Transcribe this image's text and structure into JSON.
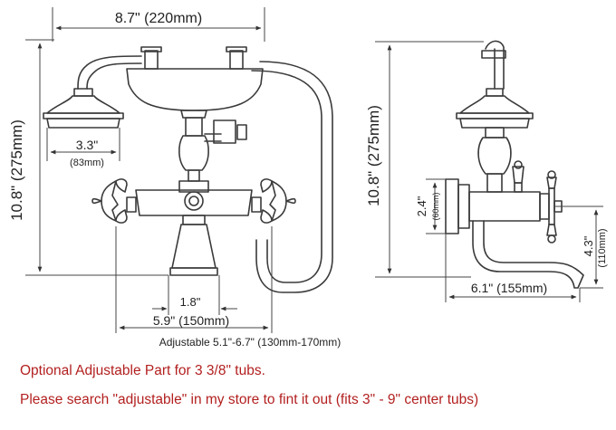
{
  "dimensions": {
    "width_top": "8.7\" (220mm)",
    "height_left": "10.8\" (275mm)",
    "head_diameter": "3.3\"",
    "head_diameter_mm": "(83mm)",
    "center_min": "1.8\"",
    "center_std": "5.9\" (150mm)",
    "adjustable_range": "Adjustable 5.1\"-6.7\" (130mm-170mm)",
    "height_side": "10.8\" (275mm)",
    "flange_height": "2.4\"",
    "flange_height_mm": "(60mm)",
    "spout_drop": "4.3\"",
    "spout_drop_mm": "(110mm)",
    "spout_reach": "6.1\" (155mm)"
  },
  "notes": {
    "line1": "Optional Adjustable Part for 3 3/8\" tubs.",
    "line2": "Please search \"adjustable\" in my store to fint it out (fits 3\" - 9\" center tubs)"
  },
  "colors": {
    "drawing": "#3a3a3a",
    "note_text": "#b32020"
  }
}
